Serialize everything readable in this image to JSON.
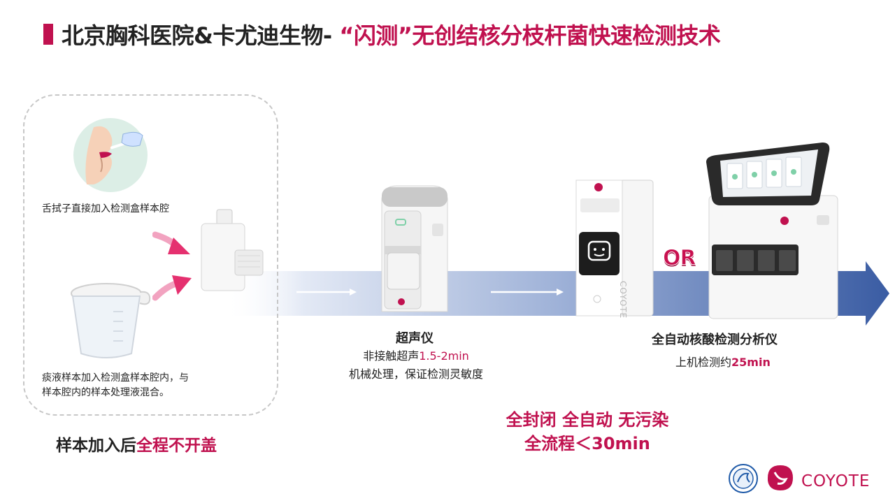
{
  "title": {
    "prefix": "北京胸科医院&卡尤迪生物- ",
    "highlight": "“闪测”无创结核分枝杆菌快速检测技术"
  },
  "sample_panel": {
    "swab_caption": "舌拭子直接加入检测盒样本腔",
    "sputum_caption_line1": "痰液样本加入检测盒样本腔内，与",
    "sputum_caption_line2": "样本腔内的样本处理液混合。"
  },
  "bottom_note": {
    "prefix": "样本加入后",
    "highlight": "全程不开盖"
  },
  "ultrasonic": {
    "label": "超声仪",
    "desc1_prefix": "非接触超声",
    "desc1_value": "1.5-2min",
    "desc2": "机械处理，保证检测灵敏度"
  },
  "analyzer": {
    "label": "全自动核酸检测分析仪",
    "desc_prefix": "上机检测约",
    "desc_value": "25min",
    "or_label": "OR",
    "device_brand": "COYOTE"
  },
  "slogan": {
    "line1": "全封闭 全自动 无污染",
    "line2": "全流程＜30min"
  },
  "brand": {
    "name": "COYOTE"
  },
  "colors": {
    "accent": "#c0114f",
    "arrow": "#3a5ca3"
  }
}
